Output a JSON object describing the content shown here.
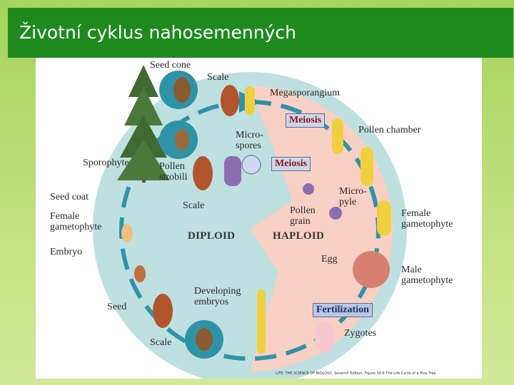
{
  "slide": {
    "title": "Životní cyklus nahosemenných"
  },
  "diagram": {
    "labels": {
      "seed_cone": "Seed cone",
      "scale_top": "Scale",
      "megasporangium": "Megasporangium",
      "pollen_chamber": "Pollen chamber",
      "microspores": "Micro-\nspores",
      "sporophyte": "Sporophyte",
      "pollen_strobili": "Pollen\nstrobili",
      "scale_mid": "Scale",
      "seed_coat": "Seed coat",
      "female_gametophyte_left": "Female\ngametophyte",
      "embryo": "Embryo",
      "diploid": "DIPLOID",
      "haploid": "HAPLOID",
      "micropyle": "Micro-\npyle",
      "pollen_grain": "Pollen\ngrain",
      "female_gametophyte_right": "Female\ngametophyte",
      "egg": "Egg",
      "male_gametophyte": "Male\ngametophyte",
      "seed": "Seed",
      "developing_embryos": "Developing\nembryos",
      "zygotes": "Zygotes",
      "scale_bottom": "Scale"
    },
    "boxes": {
      "meiosis_1": "Meiosis",
      "meiosis_2": "Meiosis",
      "fertilization": "Fertilization"
    },
    "credit": "LIFE: THE SCIENCE OF BIOLOGY, Seventh Edition, Figure 30.6 The Life Cycle of a Pine Tree",
    "colors": {
      "header": "#1e8a1e",
      "diploid_region": "#bfe0e0",
      "haploid_region": "#f8d0c4",
      "cycle_arrow": "#2f93a8"
    }
  }
}
